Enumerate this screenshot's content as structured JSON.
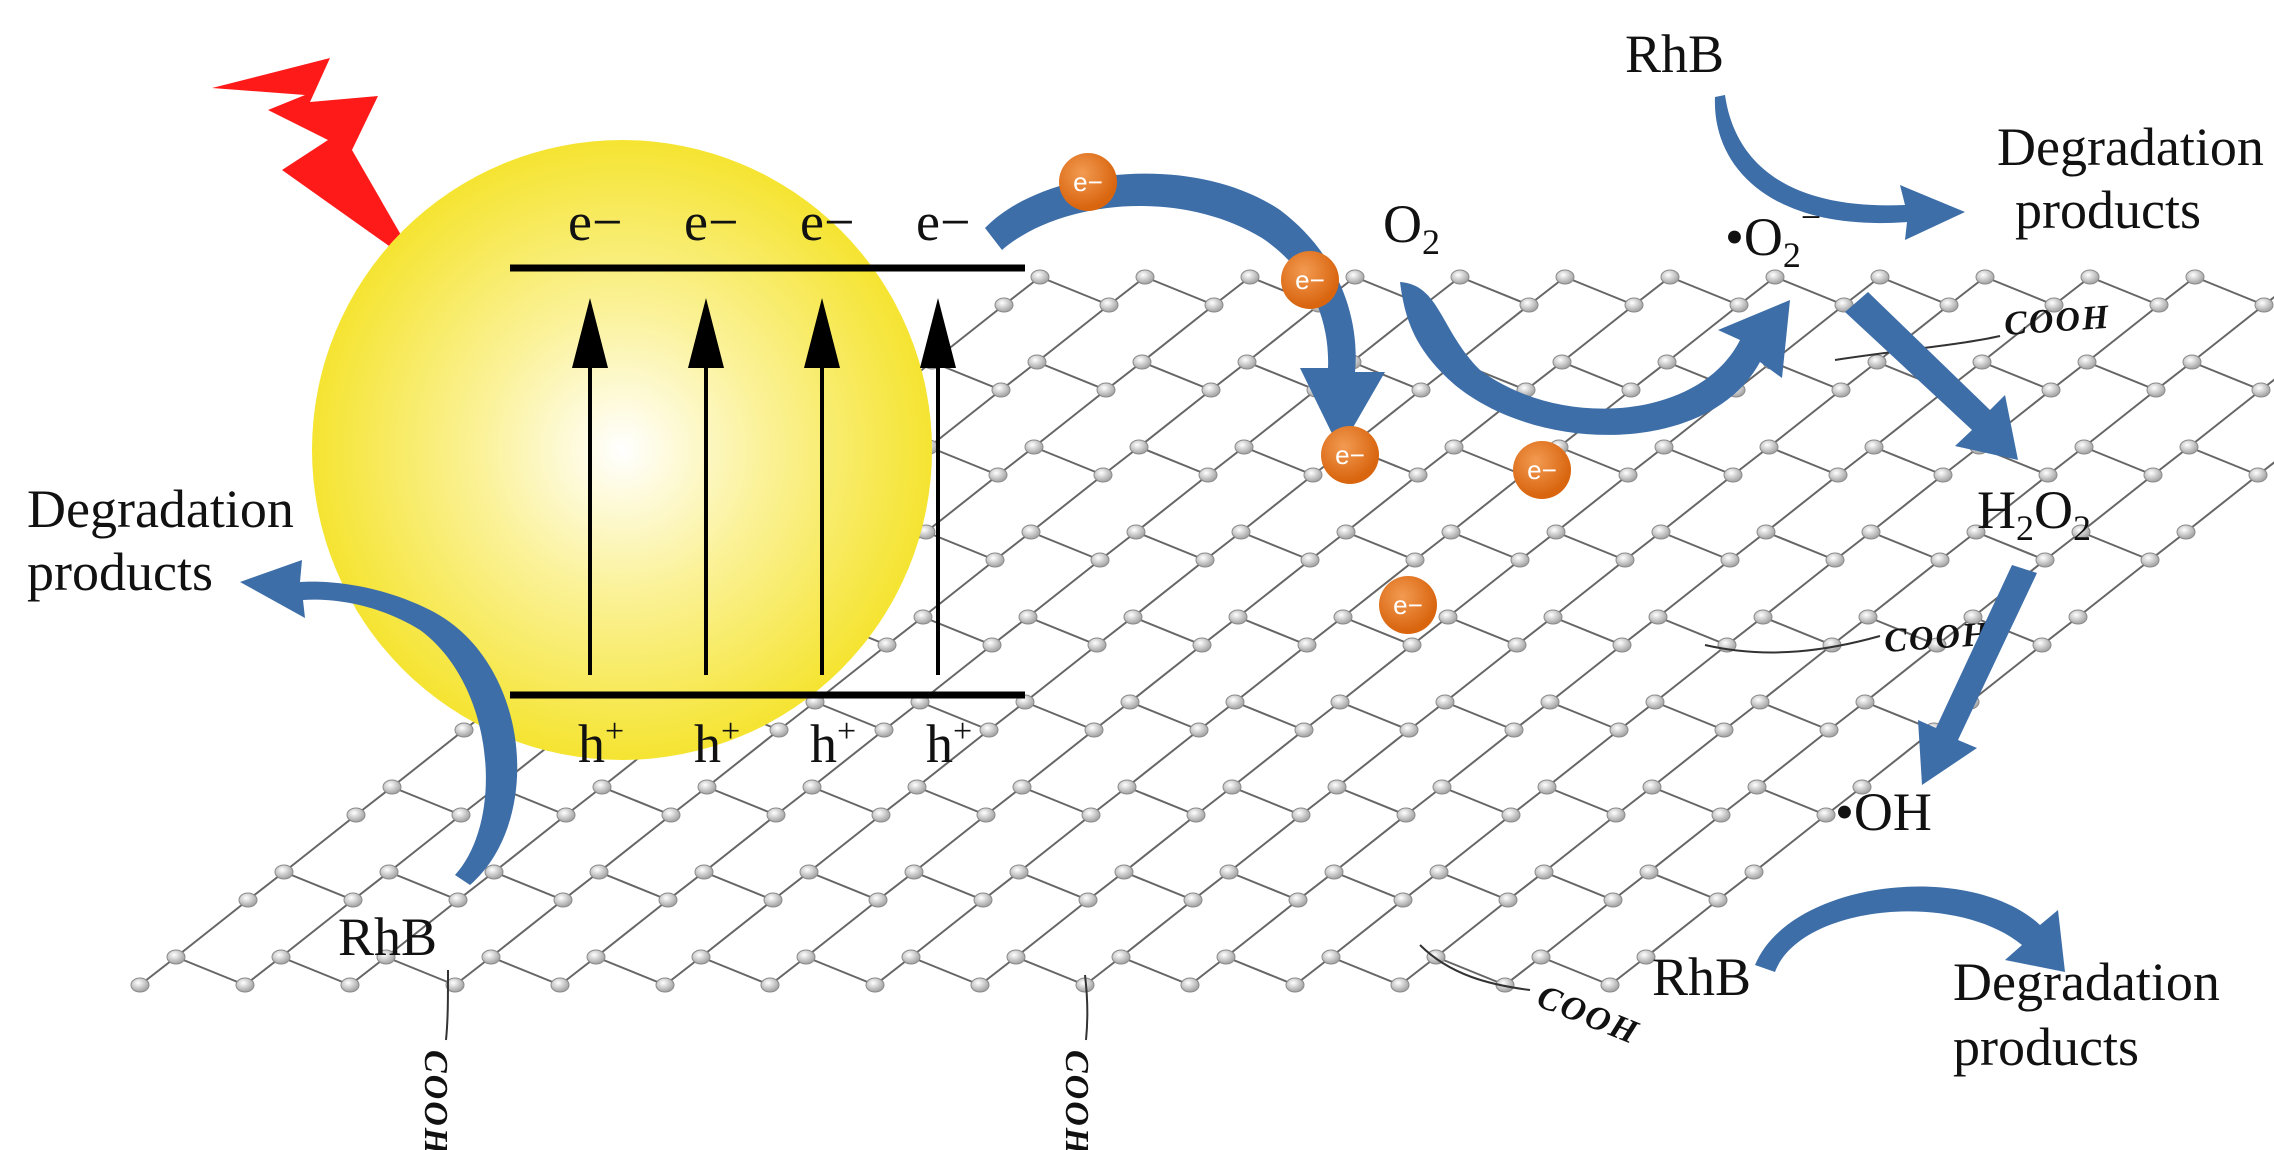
{
  "band": {
    "electrons": [
      "e−",
      "e−",
      "e−",
      "e−"
    ],
    "holes": [
      "h",
      "h",
      "h",
      "h"
    ],
    "hole_sup": "+"
  },
  "electron_dot": "e−",
  "species": {
    "o2_base": "O",
    "o2_sub": "2",
    "superoxide_prefix": "•O",
    "superoxide_sub": "2",
    "superoxide_sup": "−",
    "h2o2": [
      "H",
      "2",
      "O",
      "2"
    ],
    "hydroxyl": "•OH"
  },
  "labels": {
    "rhb_top": "RhB",
    "products_top": [
      "Degradation",
      "products"
    ],
    "products_left": [
      "Degradation",
      "products"
    ],
    "rhb_left": "RhB",
    "rhb_bottom": "RhB",
    "products_bottom": [
      "Degradation",
      "products"
    ]
  },
  "cooh": "COOH",
  "colors": {
    "arrow_blue": "#3d6ea8",
    "electron_orange": "#e2741c",
    "lightning_red": "#ff1a1a",
    "particle_yellow": "#f5e431",
    "graphene_node": "#bdbdbd",
    "graphene_edge": "#666666"
  }
}
